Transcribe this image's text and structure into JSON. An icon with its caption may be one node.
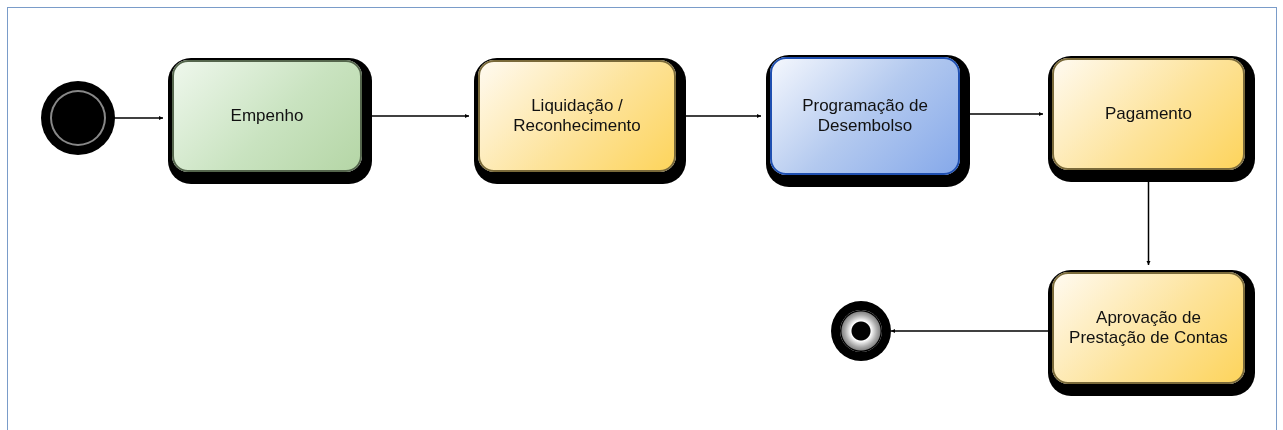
{
  "diagram": {
    "nodes": [
      {
        "text": [],
        "shape": "circle"
      },
      {
        "text": [
          "Empenho"
        ]
      },
      {
        "text": [
          "Liquidação / Reconhecimento"
        ]
      },
      {
        "text": [
          "Programação de Desembolso"
        ]
      },
      {
        "text": [
          "Pagamento"
        ]
      },
      {
        "text": [
          "Aprovação de Prestação de Contas"
        ]
      },
      {
        "text": [],
        "shape": "circle"
      }
    ],
    "edges": [
      {
        "from": 0,
        "to": 1,
        "arrow": "to"
      },
      {
        "from": 1,
        "to": 2,
        "arrow": "to"
      },
      {
        "from": 2,
        "to": 3,
        "arrow": "to"
      },
      {
        "from": 3,
        "to": 4,
        "arrow": "to"
      },
      {
        "from": 4,
        "to": 5,
        "arrow": "to"
      },
      {
        "from": 5,
        "to": 6,
        "arrow": "to"
      }
    ]
  }
}
